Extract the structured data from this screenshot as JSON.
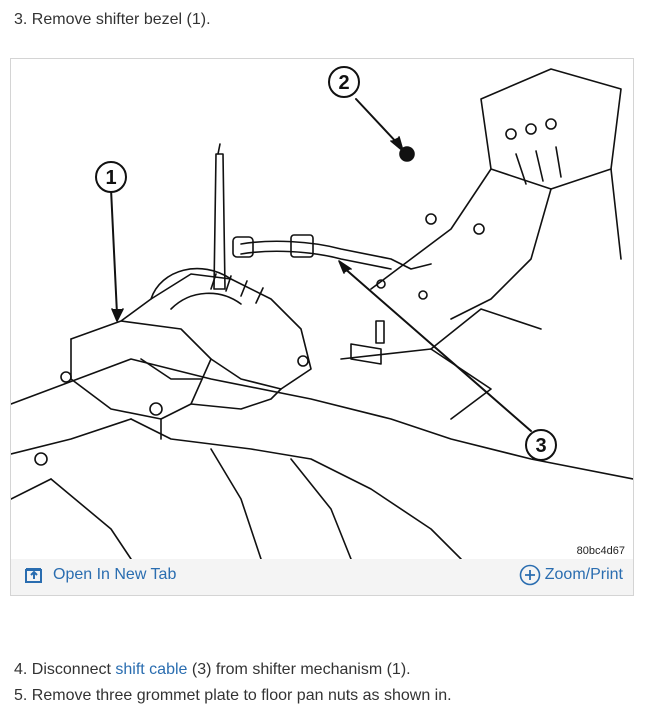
{
  "steps": {
    "s3": "3. Remove shifter bezel (1).",
    "s4_pre": "4. Disconnect ",
    "s4_link": "shift cable",
    "s4_post": " (3) from shifter mechanism (1).",
    "s5": "5. Remove three grommet plate to floor pan nuts as shown in."
  },
  "figure": {
    "callouts": [
      "1",
      "2",
      "3"
    ],
    "code": "80bc4d67",
    "open_label": "Open In New Tab",
    "zoom_label": "Zoom/Print",
    "icons": [
      "open-new-tab-icon",
      "zoom-plus-icon"
    ]
  },
  "colors": {
    "link": "#2a6db0",
    "text": "#333333",
    "toolbar": "#f4f4f4"
  }
}
